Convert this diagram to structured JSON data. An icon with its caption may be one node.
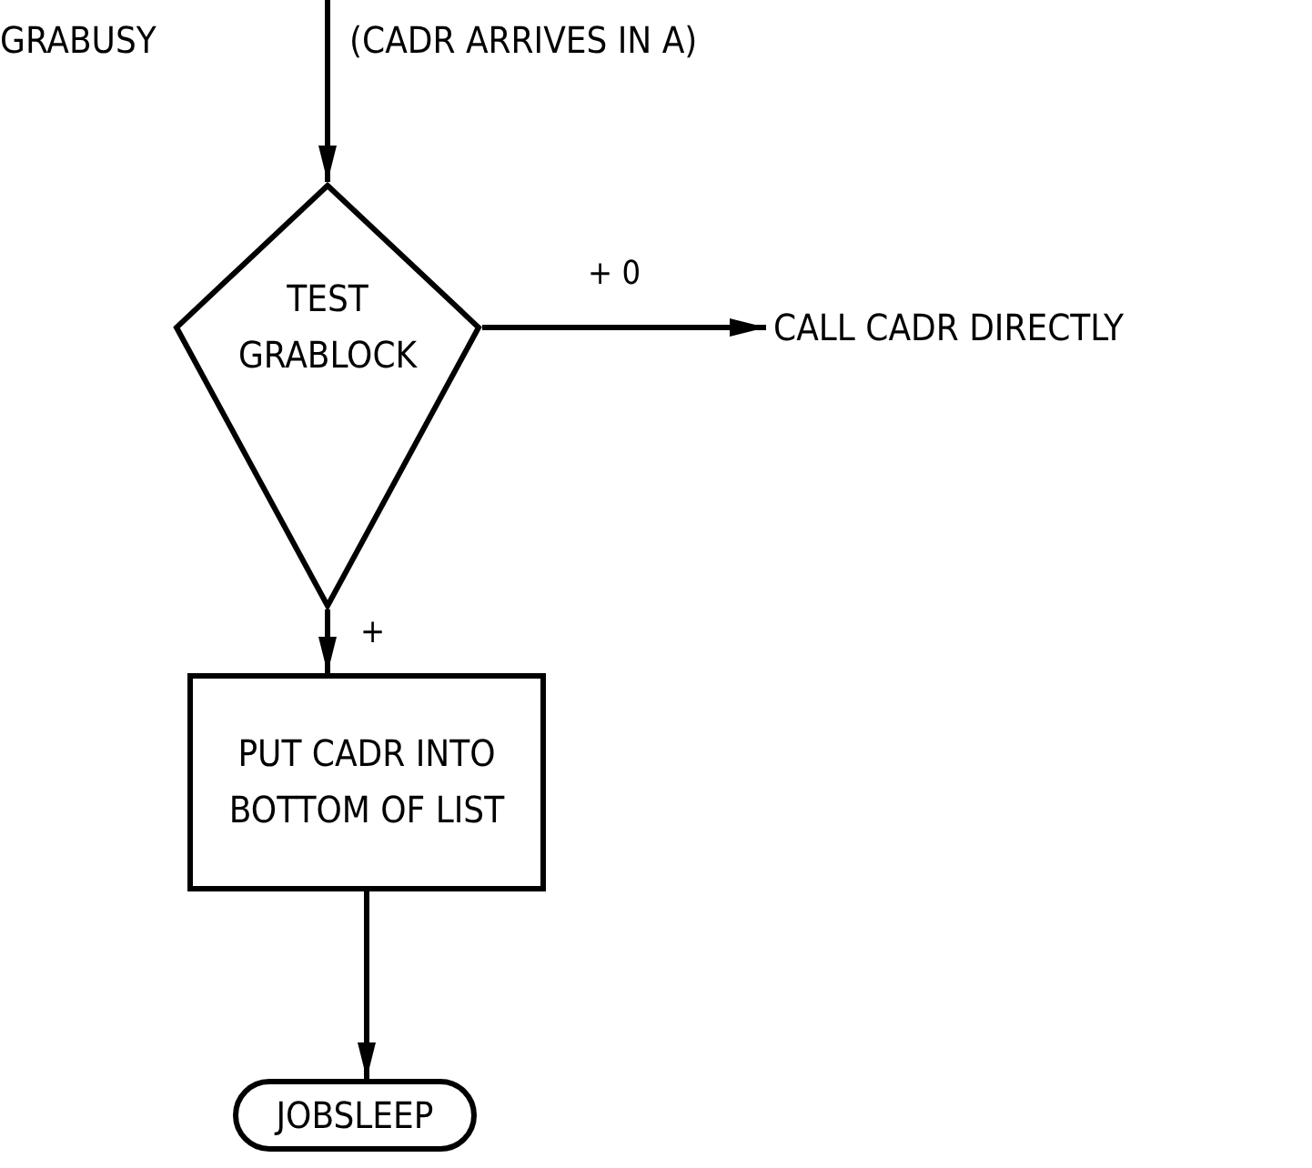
{
  "diagram": {
    "nodes": [
      {
        "text": [
          "TEST GRABLOCK"
        ]
      },
      {
        "text": [
          "CALL CADR DIRECTLY"
        ]
      },
      {
        "text": [
          "PUT CADR INTO BOTTOM OF LIST"
        ]
      },
      {
        "text": [
          "JOBSLEEP"
        ]
      }
    ],
    "edges": [
      {
        "from": null,
        "to": 0,
        "arrow": "to"
      },
      {
        "from": 0,
        "to": 1,
        "arrow": "to",
        "label": "+ 0"
      },
      {
        "from": 0,
        "to": 2,
        "arrow": "to",
        "label": "+"
      },
      {
        "from": 2,
        "to": 3,
        "arrow": "to"
      }
    ],
    "labels": [
      "GRABUSY",
      "(CADR ARRIVES IN A)"
    ]
  }
}
